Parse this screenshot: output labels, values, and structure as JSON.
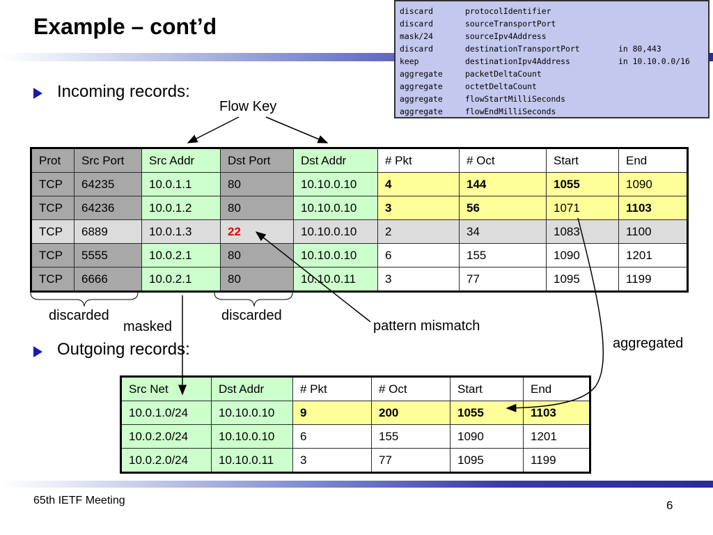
{
  "title": "Example – cont’d",
  "bullets": {
    "incoming": "Incoming records:",
    "outgoing": "Outgoing records:"
  },
  "template": [
    {
      "action": "discard",
      "field": "protocolIdentifier",
      "cond": ""
    },
    {
      "action": "discard",
      "field": "sourceTransportPort",
      "cond": ""
    },
    {
      "action": "mask/24",
      "field": "sourceIpv4Address",
      "cond": ""
    },
    {
      "action": "discard",
      "field": "destinationTransportPort",
      "cond": "in 80,443"
    },
    {
      "action": "keep",
      "field": "destinationIpv4Address",
      "cond": "in 10.10.0.0/16"
    },
    {
      "action": "aggregate",
      "field": "packetDeltaCount",
      "cond": ""
    },
    {
      "action": "aggregate",
      "field": "octetDeltaCount",
      "cond": ""
    },
    {
      "action": "aggregate",
      "field": "flowStartMilliSeconds",
      "cond": ""
    },
    {
      "action": "aggregate",
      "field": "flowEndMilliSeconds",
      "cond": ""
    }
  ],
  "incoming": {
    "headers": [
      "Prot",
      "Src Port",
      "Src Addr",
      "Dst Port",
      "Dst Addr",
      "# Pkt",
      "# Oct",
      "Start",
      "End"
    ],
    "rows": [
      [
        "TCP",
        "64235",
        "10.0.1.1",
        "80",
        "10.10.0.10",
        "4",
        "144",
        "1055",
        "1090"
      ],
      [
        "TCP",
        "64236",
        "10.0.1.2",
        "80",
        "10.10.0.10",
        "3",
        "56",
        "1071",
        "1103"
      ],
      [
        "TCP",
        "6889",
        "10.0.1.3",
        "22",
        "10.10.0.10",
        "2",
        "34",
        "1083",
        "1100"
      ],
      [
        "TCP",
        "5555",
        "10.0.2.1",
        "80",
        "10.10.0.10",
        "6",
        "155",
        "1090",
        "1201"
      ],
      [
        "TCP",
        "6666",
        "10.0.2.1",
        "80",
        "10.10.0.11",
        "3",
        "77",
        "1095",
        "1199"
      ]
    ]
  },
  "outgoing": {
    "headers": [
      "Src Net",
      "Dst Addr",
      "# Pkt",
      "# Oct",
      "Start",
      "End"
    ],
    "rows": [
      [
        "10.0.1.0/24",
        "10.10.0.10",
        "9",
        "200",
        "1055",
        "1103"
      ],
      [
        "10.0.2.0/24",
        "10.10.0.10",
        "6",
        "155",
        "1090",
        "1201"
      ],
      [
        "10.0.2.0/24",
        "10.10.0.11",
        "3",
        "77",
        "1095",
        "1199"
      ]
    ]
  },
  "annotations": {
    "flow_key": "Flow Key",
    "discarded_left": "discarded",
    "masked": "masked",
    "discarded_mid": "discarded",
    "pattern_mismatch": "pattern mismatch",
    "aggregated": "aggregated"
  },
  "footer": "65th IETF Meeting",
  "page_number": "6"
}
